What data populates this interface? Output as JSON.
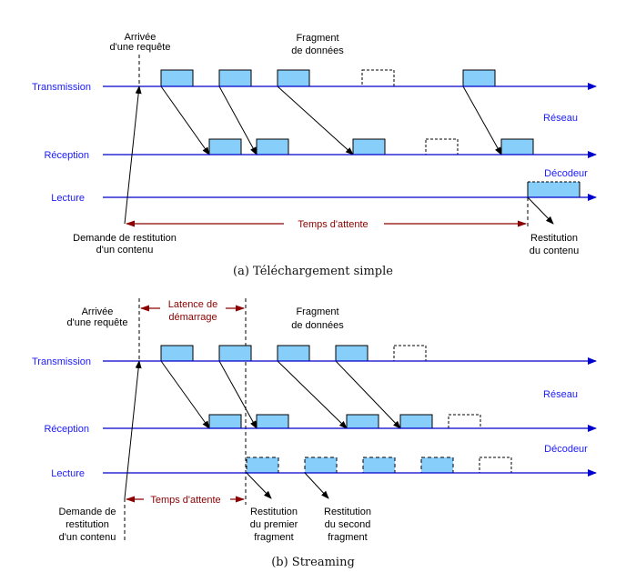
{
  "colors": {
    "axis": "#0000cc",
    "label_blue": "#1a1aff",
    "wait_red": "#8b0000",
    "fragment_fill": "#87cefa",
    "stroke": "#000000"
  },
  "panel_a": {
    "caption": "(a) Téléchargement simple",
    "rows": {
      "transmission": "Transmission",
      "reception": "Réception",
      "lecture": "Lecture"
    },
    "side_labels": {
      "reseau": "Réseau",
      "decodeur": "Décodeur"
    },
    "arrival": [
      "Arrivée",
      "d'une requête"
    ],
    "fragment": [
      "Fragment",
      "de données"
    ],
    "demand": [
      "Demande de restitution",
      "d'un contenu"
    ],
    "wait": "Temps d'attente",
    "restitution": [
      "Restitution",
      "du contenu"
    ],
    "transmission_fragments": [
      {
        "t": 0,
        "lost": false
      },
      {
        "t": 1,
        "lost": false
      },
      {
        "t": 2,
        "lost": false
      },
      {
        "t": 3.45,
        "lost": true
      },
      {
        "t": 5.2,
        "lost": false
      }
    ],
    "reception_fragments": [
      {
        "t": 0.83,
        "lost": false
      },
      {
        "t": 1.64,
        "lost": false
      },
      {
        "t": 3.3,
        "lost": false
      },
      {
        "t": 4.55,
        "lost": true
      },
      {
        "t": 5.84,
        "lost": false
      }
    ]
  },
  "panel_b": {
    "caption": "(b) Streaming",
    "rows": {
      "transmission": "Transmission",
      "reception": "Réception",
      "lecture": "Lecture"
    },
    "side_labels": {
      "reseau": "Réseau",
      "decodeur": "Décodeur"
    },
    "arrival": [
      "Arrivée",
      "d'une requête"
    ],
    "fragment": [
      "Fragment",
      "de données"
    ],
    "latency": [
      "Latence de",
      "démarrage"
    ],
    "demand": [
      "Demande de",
      "restitution",
      "d'un contenu"
    ],
    "wait": "Temps d'attente",
    "restitution_first": [
      "Restitution",
      "du premier",
      "fragment"
    ],
    "restitution_second": [
      "Restitution",
      "du second",
      "fragment"
    ]
  }
}
